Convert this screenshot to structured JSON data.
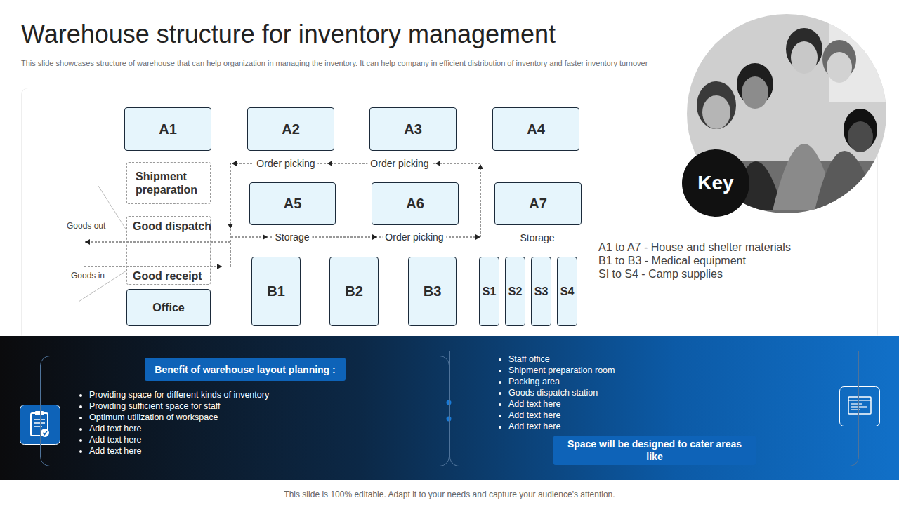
{
  "diagram": {
    "title": "Warehouse structure for inventory management",
    "caption": "This slide showcases structure of warehouse that can help organization in managing the inventory. It can help company in efficient distribution of inventory and faster inventory turnover",
    "nodes": [
      {
        "text": [
          "A1"
        ]
      },
      {
        "text": [
          "A2"
        ]
      },
      {
        "text": [
          "A3"
        ]
      },
      {
        "text": [
          "A4"
        ]
      },
      {
        "text": [
          "Shipment preparation"
        ]
      },
      {
        "text": [
          "Good dispatch",
          "Good receipt"
        ]
      },
      {
        "text": [
          "A5"
        ]
      },
      {
        "text": [
          "A6"
        ]
      },
      {
        "text": [
          "A7"
        ]
      },
      {
        "text": [
          "Office"
        ]
      },
      {
        "text": [
          "B1"
        ]
      },
      {
        "text": [
          "B2"
        ]
      },
      {
        "text": [
          "B3"
        ]
      },
      {
        "text": [
          "S1"
        ]
      },
      {
        "text": [
          "S2"
        ]
      },
      {
        "text": [
          "S3"
        ]
      },
      {
        "text": [
          "S4"
        ]
      },
      {
        "text": [
          "Key"
        ]
      },
      {
        "text": [
          "Providing space for different kinds of inventory",
          "Providing sufficient space for staff",
          "Optimum utilization of workspace",
          "Add text here",
          "Add text here",
          "Add text here"
        ]
      },
      {
        "text": [
          "Benefit of warehouse layout planning :"
        ],
        "in": 18
      },
      {
        "text": [
          "Staff office",
          "Shipment preparation room",
          "Packing area",
          "Goods dispatch station",
          "Add text here",
          "Add text here",
          "Add text here"
        ]
      },
      {
        "text": [
          "Space will be designed to cater areas like"
        ],
        "in": 20
      }
    ],
    "labels": [
      "Order picking",
      "Order picking",
      "Goods out",
      "Storage",
      "Order picking",
      "Storage",
      "Goods in",
      "A1 to A7 - House and shelter materials",
      "B1 to B3 - Medical equipment",
      "SI to S4 - Camp supplies",
      "This slide is 100% editable. Adapt it to your needs and capture your audience's attention."
    ]
  }
}
